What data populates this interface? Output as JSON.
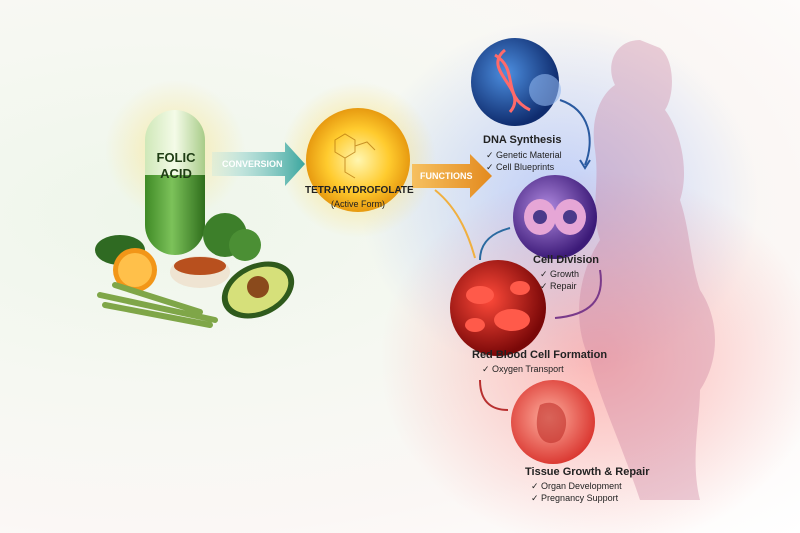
{
  "pill": {
    "line1": "FOLIC",
    "line2": "ACID"
  },
  "arrows": {
    "conversion": "CONVERSION",
    "functions": "FUNCTIONS"
  },
  "active": {
    "title": "TETRAHYDROFOLATE",
    "subtitle": "(Active Form)"
  },
  "functions": [
    {
      "title": "DNA Synthesis",
      "items": [
        "Genetic Material",
        "Cell Blueprints"
      ]
    },
    {
      "title": "Cell Division",
      "items": [
        "Growth",
        "Repair"
      ]
    },
    {
      "title": "Red Blood Cell Formation",
      "items": [
        "Oxygen Transport"
      ]
    },
    {
      "title": "Tissue Growth & Repair",
      "items": [
        "Organ Development",
        "Pregnancy Support"
      ]
    }
  ],
  "colors": {
    "pill": "#5aa83a",
    "active": "#f5b21a",
    "dna": "#1f4fa0",
    "division": "#7a3fb0",
    "blood": "#c81c1c",
    "tissue": "#e8514a",
    "arrow_teal": "#4fb3b0",
    "arrow_orange": "#e89a2a"
  }
}
